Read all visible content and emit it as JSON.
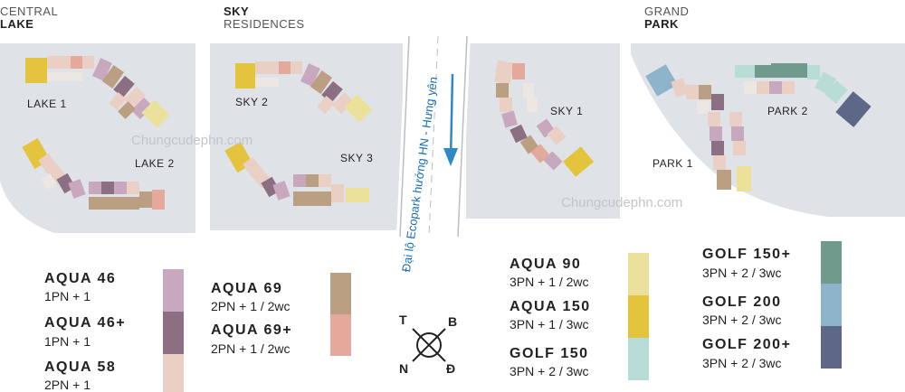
{
  "zones": [
    {
      "line1": "CENTRAL",
      "line2": "LAKE"
    },
    {
      "line1": "SKY",
      "line2": "RESIDENCES"
    },
    {
      "line1": "GRAND",
      "line2": "PARK"
    }
  ],
  "buildings": {
    "lake1": "LAKE 1",
    "lake2": "LAKE 2",
    "sky2": "SKY 2",
    "sky3": "SKY 3",
    "sky1": "SKY 1",
    "park1": "PARK 1",
    "park2": "PARK 2"
  },
  "road_label": "Đại lộ Ecopark hướng HN - Hưng yên",
  "watermark": "Chungcudephn.com",
  "legend": [
    {
      "name": "AQUA 46",
      "desc": "1PN + 1",
      "color": "#c7a8be"
    },
    {
      "name": "AQUA 46+",
      "desc": "1PN + 1",
      "color": "#8c6f82"
    },
    {
      "name": "AQUA 58",
      "desc": "2PN + 1",
      "color": "#e9cfc4"
    },
    {
      "name": "AQUA 69",
      "desc": "2PN + 1 / 2wc",
      "color": "#bb9f83"
    },
    {
      "name": "AQUA 69+",
      "desc": "2PN + 1 / 2wc",
      "color": "#e4a99a"
    },
    {
      "name": "AQUA 90",
      "desc": "3PN + 1 / 2wc",
      "color": "#ebe19a"
    },
    {
      "name": "AQUA 150",
      "desc": "3PN + 1 / 3wc",
      "color": "#e4c43c"
    },
    {
      "name": "GOLF 150",
      "desc": "3PN + 2 / 3wc",
      "color": "#b8ddd7"
    },
    {
      "name": "GOLF 150+",
      "desc": "3PN + 2 / 3wc",
      "color": "#6f9a8c"
    },
    {
      "name": "GOLF 200",
      "desc": "3PN + 2 / 3wc",
      "color": "#8eb4cb"
    },
    {
      "name": "GOLF 200+",
      "desc": "3PN + 2 / 3wc",
      "color": "#5d6889"
    }
  ],
  "compass": {
    "n": "T",
    "e": "B",
    "s": "Đ",
    "w": "N"
  }
}
